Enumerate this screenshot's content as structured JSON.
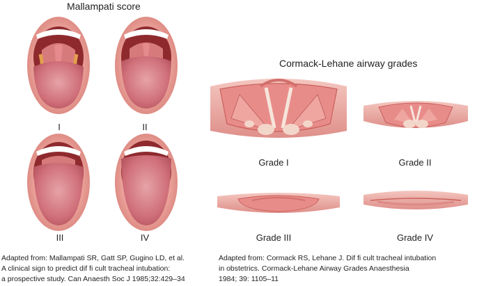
{
  "mallampati": {
    "title": "Mallampati score",
    "grades": [
      {
        "label": "I",
        "visible_structures": "soft palate, fauces, uvula, pillars"
      },
      {
        "label": "II",
        "visible_structures": "soft palate, fauces, uvula"
      },
      {
        "label": "III",
        "visible_structures": "soft palate, base of uvula"
      },
      {
        "label": "IV",
        "visible_structures": "hard palate only"
      }
    ],
    "citation": [
      "Adapted from: Mallampati SR, Gatt SP, Gugino LD, et al.",
      "A clinical sign to predict dif fi cult tracheal intubation:",
      "a prospective study. Can Anaesth Soc J 1985;32:429–34"
    ]
  },
  "cormack": {
    "title": "Cormack-Lehane airway grades",
    "grades": [
      {
        "label": "Grade I"
      },
      {
        "label": "Grade II"
      },
      {
        "label": "Grade III"
      },
      {
        "label": "Grade IV"
      }
    ],
    "citation": [
      "Adapted from: Cormack RS, Lehane J. Dif fi cult tracheal intubation",
      "in obstetrics. Cormack-Lehane Airway Grades Anaesthesia",
      "1984; 39: 1105–11"
    ]
  },
  "colors": {
    "lip": "#e8958e",
    "lip_dark": "#c9605c",
    "mouth": "#8e2a2e",
    "tongue": "#d0707a",
    "tongue_light": "#e6a3a8",
    "teeth": "#ffffff",
    "pillar": "#e3a04e",
    "cord": "#f1d2c8",
    "mucosa": "#e79c98"
  }
}
